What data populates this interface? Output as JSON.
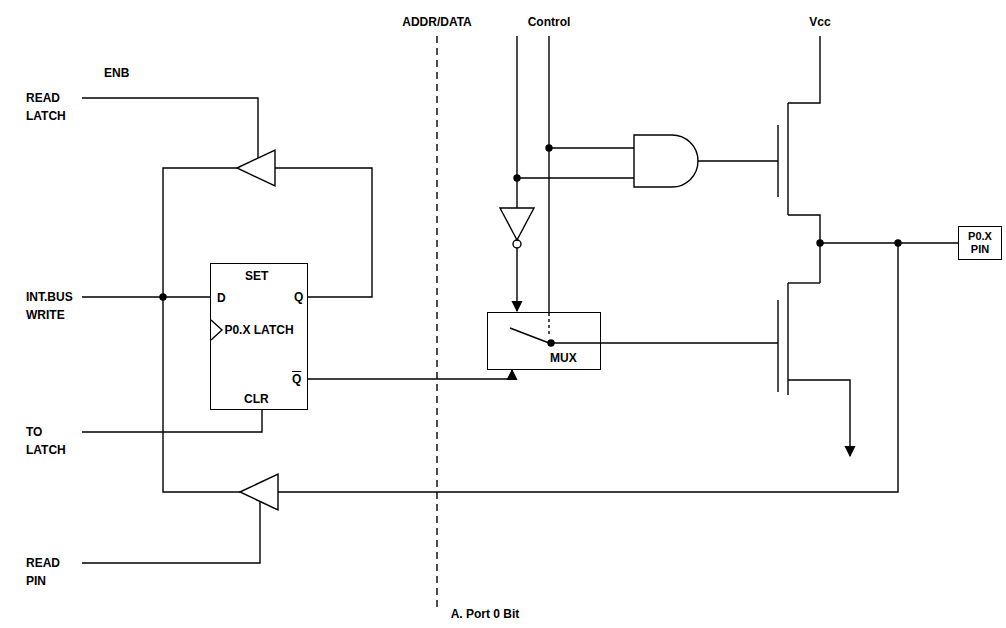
{
  "diagram": {
    "caption": "A. Port 0 Bit",
    "nodes": [
      {
        "text": [
          "SET",
          "D",
          "Q",
          "P0.X LATCH",
          "Q",
          "CLR"
        ]
      },
      {
        "text": [
          "MUX"
        ]
      },
      {
        "text": [
          "P0.X PIN"
        ]
      }
    ],
    "edges": [
      {
        "from": 0,
        "to": 1,
        "arrow": "to"
      }
    ],
    "labels": [
      "READ LATCH",
      "ENB",
      "INT.BUS WRITE",
      "TO LATCH",
      "READ PIN",
      "ADDR/DATA",
      "Control",
      "Vcc"
    ]
  }
}
